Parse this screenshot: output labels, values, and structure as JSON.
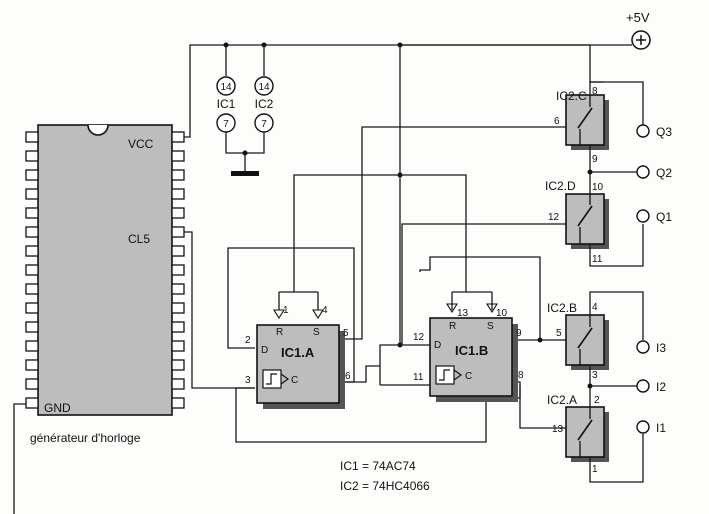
{
  "power": {
    "supply_label": "+5V"
  },
  "generator": {
    "pin_vcc": "VCC",
    "pin_clk": "CL5",
    "pin_gnd": "GND",
    "caption": "générateur d'horloge"
  },
  "power_pins": {
    "ic1": {
      "name": "IC1",
      "vcc_pin": "14",
      "gnd_pin": "7"
    },
    "ic2": {
      "name": "IC2",
      "vcc_pin": "14",
      "gnd_pin": "7"
    }
  },
  "ic1a": {
    "name": "IC1.A",
    "pin_r": "R",
    "pin_s": "S",
    "pin_d": "D",
    "pin_c": "C",
    "n_r": "1",
    "n_s": "4",
    "n_d": "2",
    "n_c": "3",
    "n_q": "5",
    "n_qn": "6"
  },
  "ic1b": {
    "name": "IC1.B",
    "pin_r": "R",
    "pin_s": "S",
    "pin_d": "D",
    "pin_c": "C",
    "n_r": "13",
    "n_s": "10",
    "n_d": "12",
    "n_c": "11",
    "n_q": "9",
    "n_qn": "8"
  },
  "switches": {
    "ic2c": {
      "name": "IC2.C",
      "n_ctrl": "6",
      "n_in": "8",
      "n_out": "9"
    },
    "ic2d": {
      "name": "IC2.D",
      "n_ctrl": "12",
      "n_in": "10",
      "n_out": "11"
    },
    "ic2b": {
      "name": "IC2.B",
      "n_ctrl": "5",
      "n_in": "4",
      "n_out": "3"
    },
    "ic2a": {
      "name": "IC2.A",
      "n_ctrl": "13",
      "n_in": "2",
      "n_out": "1"
    }
  },
  "terminals": {
    "q3": "Q3",
    "q2": "Q2",
    "q1": "Q1",
    "i3": "I3",
    "i2": "I2",
    "i1": "I1"
  },
  "legend": {
    "line1": "IC1 = 74AC74",
    "line2": "IC2 = 74HC4066"
  }
}
